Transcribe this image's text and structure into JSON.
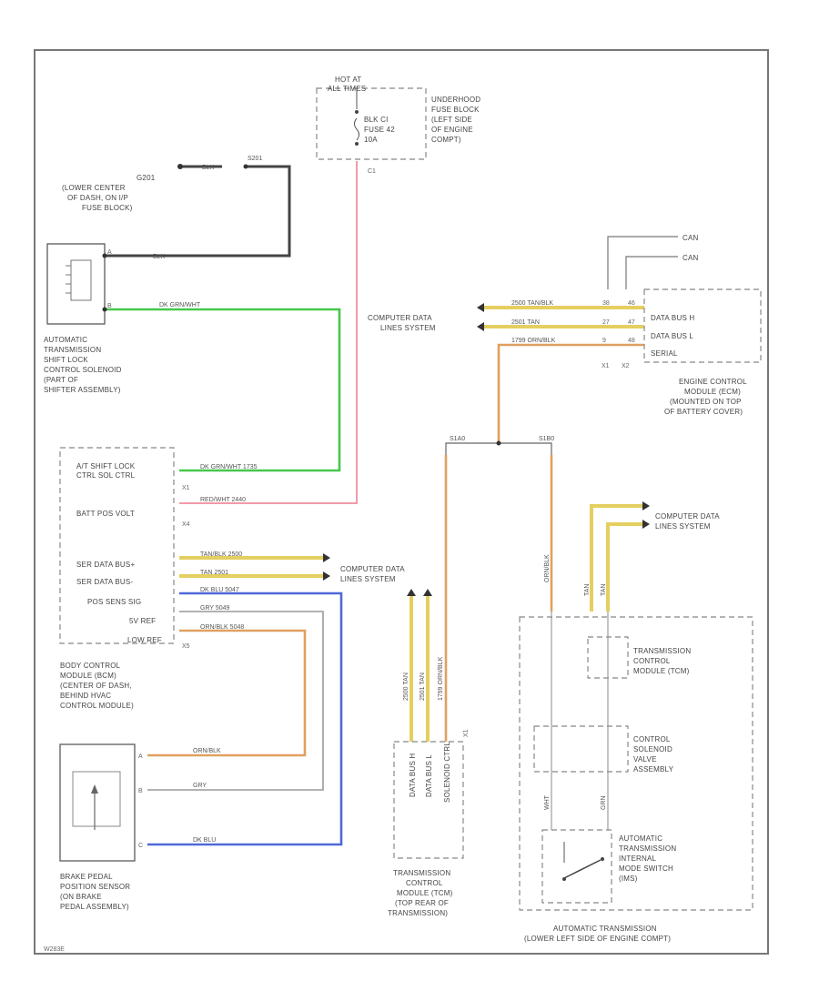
{
  "fuse_block": {
    "hot_line1": "HOT AT",
    "hot_line2": "ALL TIMES",
    "fuse_line1": "BLK CI",
    "fuse_line2": "FUSE 42",
    "fuse_line3": "10A",
    "pin": "C1",
    "label_line1": "UNDERHOOD",
    "label_line2": "FUSE BLOCK",
    "label_line3": "(LEFT SIDE",
    "label_line4": "OF ENGINE",
    "label_line5": "COMPT)"
  },
  "ground": {
    "name": "G201",
    "line2": "(LOWER CENTER",
    "line3": "OF DASH, ON I/P",
    "line4": "FUSE BLOCK)",
    "wire": "BLK",
    "wire2": "BLK",
    "splice": "S201"
  },
  "shift_solenoid": {
    "line1": "AUTOMATIC",
    "line2": "TRANSMISSION",
    "line3": "SHIFT LOCK",
    "line4": "CONTROL SOLENOID",
    "line5": "(PART OF",
    "line6": "SHIFTER ASSEMBLY)",
    "pin_a": "A",
    "pin_b": "B",
    "wire_gn": "DK GRN/WHT"
  },
  "ecm": {
    "bus_h": "DATA BUS H",
    "bus_l": "DATA BUS L",
    "serial": "SERIAL",
    "pin_x1": "X1",
    "pin_x2": "X2",
    "pin1": "46",
    "pin2": "47",
    "pin3": "48",
    "pin_38": "38",
    "pin_27": "27",
    "pin_9": "9",
    "line1": "ENGINE CONTROL",
    "line2": "MODULE (ECM)",
    "line3": "(MOUNTED ON TOP",
    "line4": "OF BATTERY COVER)",
    "top1": "CAN",
    "top2": "CAN"
  },
  "ecm_wires": {
    "w1": "2500  TAN/BLK",
    "w2": "2501  TAN",
    "w3": "1799  ORN/BLK"
  },
  "cdl_ecm": {
    "line1": "COMPUTER DATA",
    "line2": "LINES SYSTEM"
  },
  "cdl_bcm": {
    "line1": "COMPUTER DATA",
    "line2": "LINES SYSTEM"
  },
  "cdl_tcm": {
    "line1": "COMPUTER DATA",
    "line2": "LINES SYSTEM"
  },
  "bcm": {
    "row1_line1": "A/T SHIFT LOCK",
    "row1_line2": "CTRL SOL CTRL",
    "row2": "BATT POS VOLT",
    "row3": "SER DATA BUS+",
    "row4": "SER DATA BUS-",
    "row5": "POS SENS SIG",
    "row6": "5V REF",
    "row7": "LOW REF",
    "pin_x1": "X1",
    "pin_x4": "X4",
    "pin_x5": "X5",
    "line1": "BODY CONTROL",
    "line2": "MODULE (BCM)",
    "line3": "(CENTER OF DASH,",
    "line4": "BEHIND HVAC",
    "line5": "CONTROL MODULE)"
  },
  "bcm_wires": {
    "r1": "DK GRN/WHT     1735",
    "r2": "RED/WHT     2440",
    "r3": "TAN/BLK     2500",
    "r4": "TAN     2501",
    "r5": "DK BLU     5047",
    "r6": "GRY     5049",
    "r7": "ORN/BLK     5048"
  },
  "splices": {
    "s1": "S1A0",
    "s2": "S1B0"
  },
  "brake_sensor": {
    "pin_a": "A",
    "pin_b": "B",
    "pin_c": "C",
    "wire_a": "ORN/BLK",
    "wire_b": "GRY",
    "wire_c": "DK BLU",
    "line1": "BRAKE PEDAL",
    "line2": "POSITION SENSOR",
    "line3": "(ON BRAKE",
    "line4": "PEDAL ASSEMBLY)"
  },
  "tcm_bottom": {
    "c1": "DATA BUS H",
    "c2": "DATA BUS L",
    "c3": "SOLENOID CTRL",
    "pin": "X1",
    "w1": "2500  TAN",
    "w2": "2501  TAN",
    "w3": "1799  ORN/BLK",
    "line1": "TRANSMISSION",
    "line2": "CONTROL",
    "line3": "MODULE (TCM)",
    "line4": "(TOP REAR OF",
    "line5": "TRANSMISSION)"
  },
  "transmission": {
    "tcm_line1": "TRANSMISSION",
    "tcm_line2": "CONTROL",
    "tcm_line3": "MODULE (TCM)",
    "valve_line1": "CONTROL",
    "valve_line2": "SOLENOID",
    "valve_line3": "VALVE",
    "valve_line4": "ASSEMBLY",
    "switch_line1": "AUTOMATIC",
    "switch_line2": "TRANSMISSION",
    "switch_line3": "INTERNAL",
    "switch_line4": "MODE SWITCH",
    "switch_line5": "(IMS)",
    "w_left": "ORN/BLK",
    "w_tan1": "TAN",
    "w_tan2": "TAN",
    "w_inner_a": "WHT",
    "w_inner_b": "GRN",
    "label_line1": "AUTOMATIC TRANSMISSION",
    "label_line2": "(LOWER LEFT SIDE OF ENGINE COMPT)"
  },
  "footer_code": "W283E"
}
